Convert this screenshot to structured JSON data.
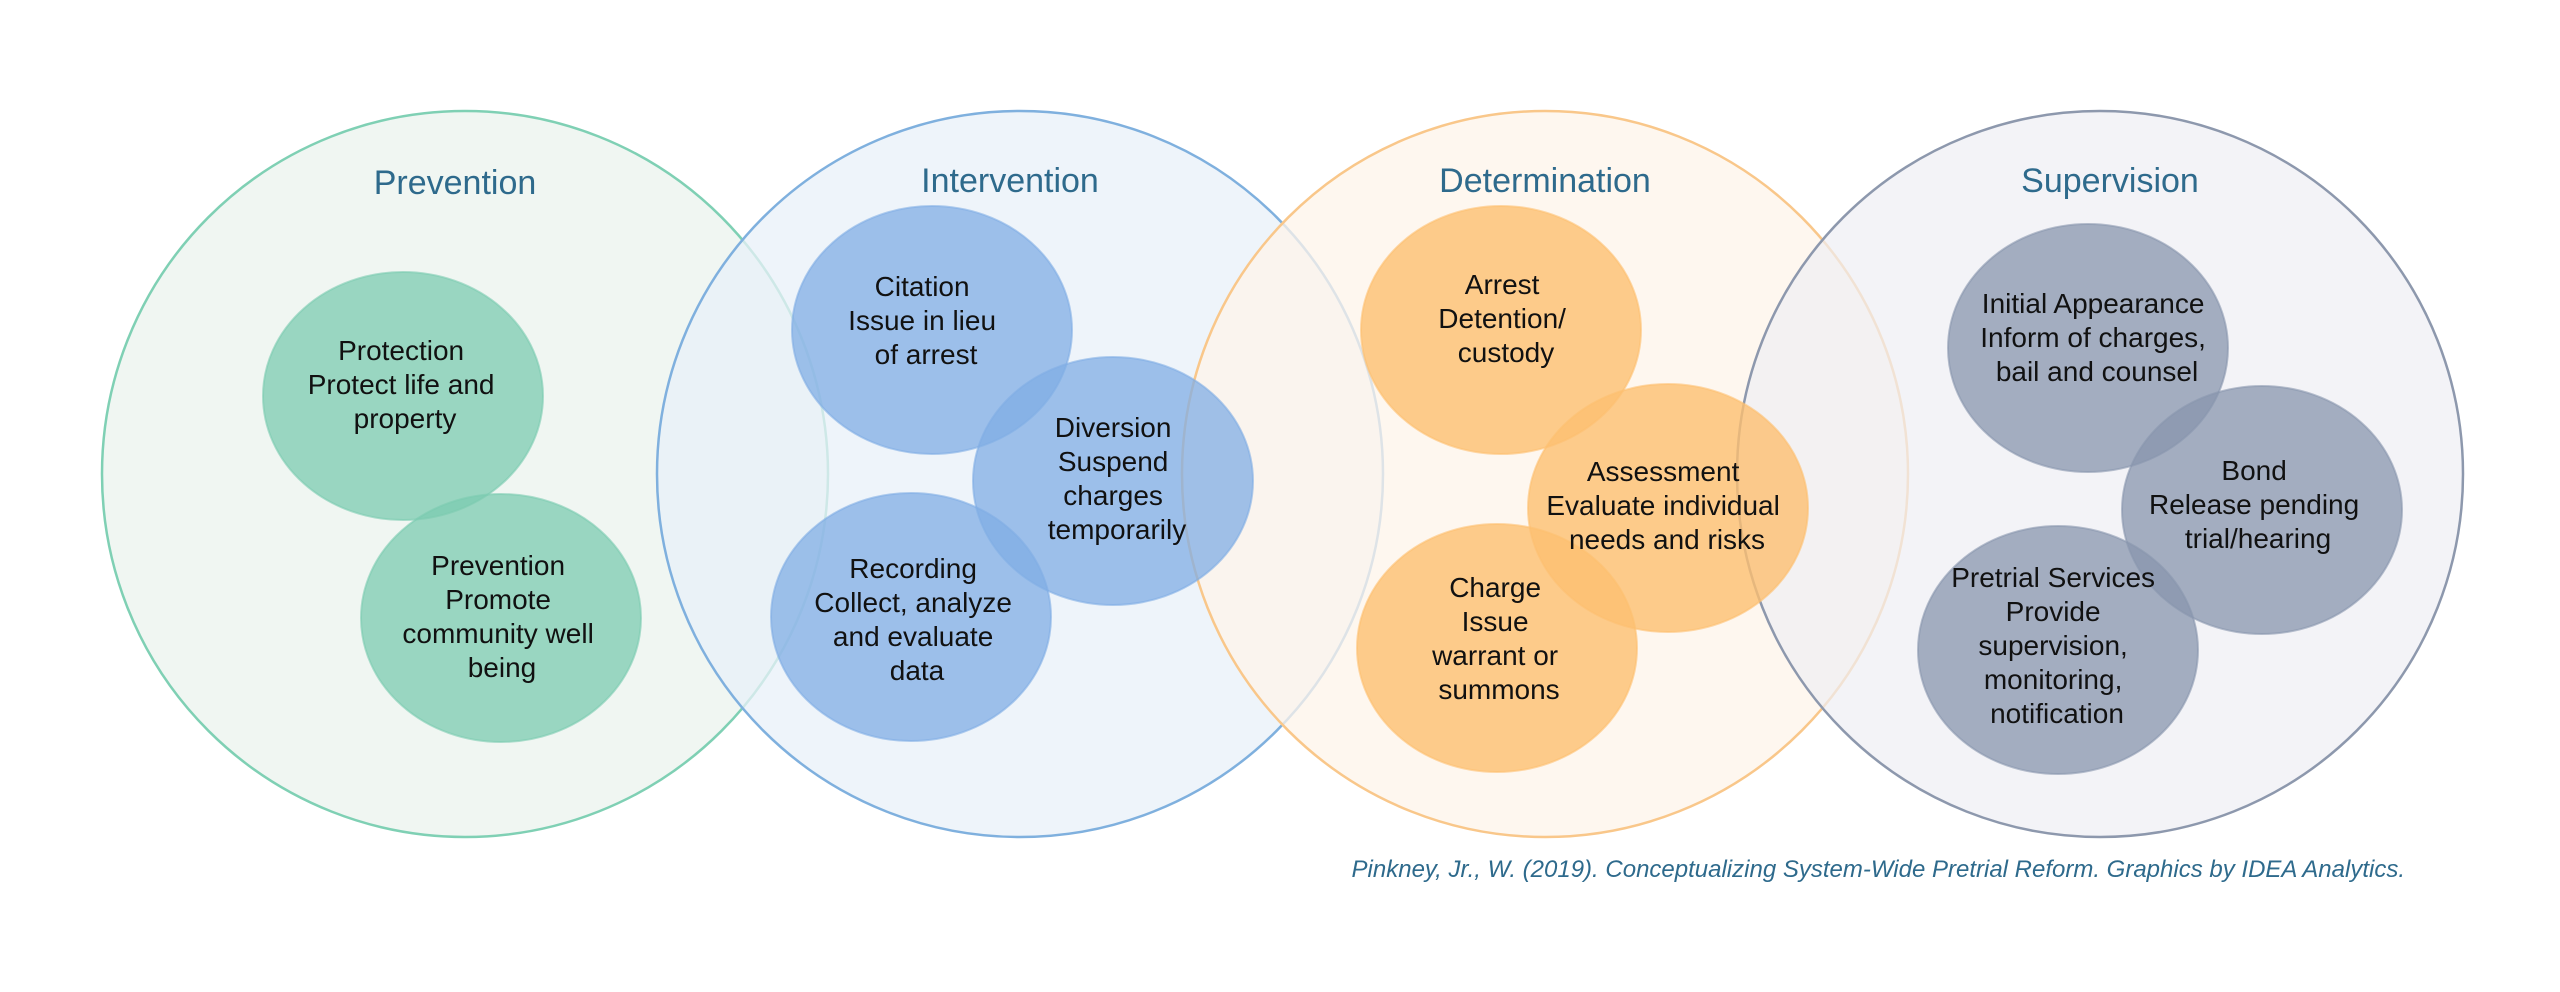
{
  "colors": {
    "prevention_fill": "#eef5f1",
    "prevention_stroke": "#7fd0b4",
    "prevention_inner": "#7ccbb0",
    "intervention_fill": "#e8f0f8",
    "intervention_stroke": "#7fb0de",
    "intervention_inner": "#80aee4",
    "determination_fill": "#fdf4ea",
    "determination_stroke": "#f9c78a",
    "determination_inner": "#fdbf70",
    "supervision_fill": "#eeeef3",
    "supervision_stroke": "#8d98ad",
    "supervision_inner": "#8896ad",
    "title_text": "#2e6a8c"
  },
  "stages": [
    {
      "title": "Prevention",
      "items": [
        {
          "lines": [
            "Protection",
            "Protect life and",
            "property"
          ]
        },
        {
          "lines": [
            "Prevention",
            "Promote",
            "community well",
            "being"
          ]
        }
      ]
    },
    {
      "title": "Intervention",
      "items": [
        {
          "lines": [
            "Citation",
            "Issue in lieu",
            "of arrest"
          ]
        },
        {
          "lines": [
            "Diversion",
            "Suspend",
            "charges",
            "temporarily"
          ]
        },
        {
          "lines": [
            "Recording",
            "Collect, analyze",
            "and evaluate",
            "data"
          ]
        }
      ]
    },
    {
      "title": "Determination",
      "items": [
        {
          "lines": [
            "Arrest",
            "Detention/",
            "custody"
          ]
        },
        {
          "lines": [
            "Assessment",
            "Evaluate individual",
            "needs and risks"
          ]
        },
        {
          "lines": [
            "Charge",
            "Issue",
            "warrant or",
            "summons"
          ]
        }
      ]
    },
    {
      "title": "Supervision",
      "items": [
        {
          "lines": [
            "Initial Appearance",
            "Inform of charges,",
            "bail and counsel"
          ]
        },
        {
          "lines": [
            "Bond",
            "Release pending",
            "trial/hearing"
          ]
        },
        {
          "lines": [
            "Pretrial Services",
            "Provide",
            "supervision,",
            "monitoring,",
            "notification"
          ]
        }
      ]
    }
  ],
  "citation": "Pinkney, Jr., W. (2019). Conceptualizing System-Wide Pretrial Reform. Graphics by IDEA Analytics."
}
